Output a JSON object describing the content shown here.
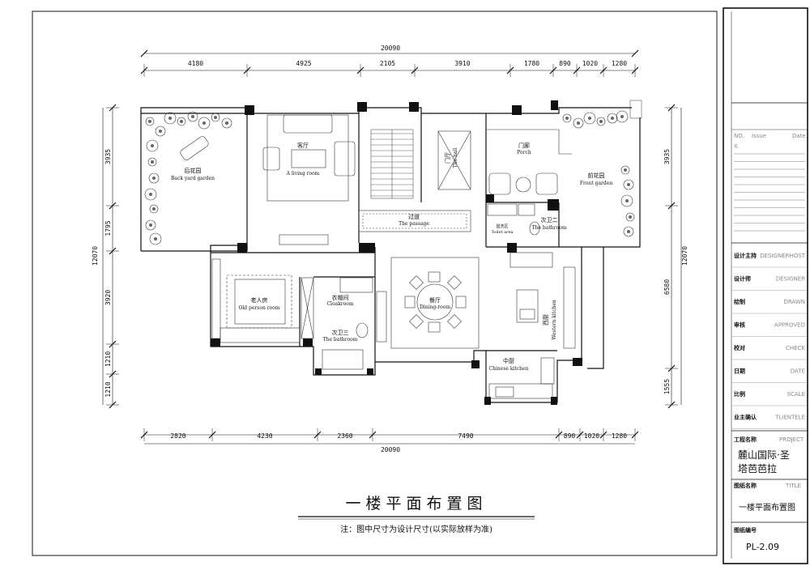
{
  "drawing": {
    "title": "一楼平面布置图",
    "note": "注：图中尺寸为设计尺寸(以实际放样为准)"
  },
  "dims": {
    "top_total": "20090",
    "top_segments": [
      "4180",
      "4925",
      "2105",
      "3910",
      "1780",
      "890",
      "1020",
      "1280"
    ],
    "bottom_total": "20090",
    "bottom_segments": [
      "2820",
      "4230",
      "2360",
      "7490",
      "890",
      "1020",
      "1280"
    ],
    "left_total": "12070",
    "left_segments": [
      "3935",
      "1795",
      "3920",
      "1210",
      "1210"
    ],
    "right_total": "12070",
    "right_segments": [
      "3935",
      "6580",
      "1555"
    ]
  },
  "rooms": {
    "back_garden": {
      "cn": "后花园",
      "en": "Back yard garden"
    },
    "living": {
      "cn": "客厅",
      "en": "A living room"
    },
    "hall": {
      "cn": "门厅",
      "en": "The hall"
    },
    "porch": {
      "cn": "门廊",
      "en": "Porch"
    },
    "front_garden": {
      "cn": "前花园",
      "en": "Front garden"
    },
    "passage": {
      "cn": "过道",
      "en": "The passage"
    },
    "toilet": {
      "cn": "盥洗区",
      "en": "Toilet area"
    },
    "bath2": {
      "cn": "次卫二",
      "en": "The bathroom"
    },
    "old_room": {
      "cn": "老人房",
      "en": "Old person room"
    },
    "closet": {
      "cn": "衣帽间",
      "en": "Cloakroom"
    },
    "bath3": {
      "cn": "次卫三",
      "en": "The bathroom"
    },
    "dining": {
      "cn": "餐厅",
      "en": "Dining-room"
    },
    "western_kitchen": {
      "cn": "西厨",
      "en": "Western kitchen"
    },
    "chinese_kitchen": {
      "cn": "中厨",
      "en": "Chinese kitchen"
    }
  },
  "title_block": {
    "issue_header": [
      "NO.",
      "Issue",
      "Date"
    ],
    "rows": [
      {
        "cn": "设计主持",
        "en": "DESIGNERHOST"
      },
      {
        "cn": "设计师",
        "en": "DESIGNER"
      },
      {
        "cn": "绘制",
        "en": "DRAWN"
      },
      {
        "cn": "审核",
        "en": "APPROVED"
      },
      {
        "cn": "校对",
        "en": "CHECK"
      },
      {
        "cn": "日期",
        "en": "DATE"
      },
      {
        "cn": "比例",
        "en": "SCALE"
      },
      {
        "cn": "业主确认",
        "en": "TLIENTELE"
      }
    ],
    "project_label": {
      "cn": "工程名称",
      "en": "PROJECT"
    },
    "project_name_1": "麓山国际·圣",
    "project_name_2": "塔芭芭拉",
    "drawing_label": {
      "cn": "图纸名称",
      "en": "TITLE"
    },
    "drawing_name": "一楼平面布置图",
    "number_label": "图纸编号",
    "number": "PL-2.09"
  }
}
